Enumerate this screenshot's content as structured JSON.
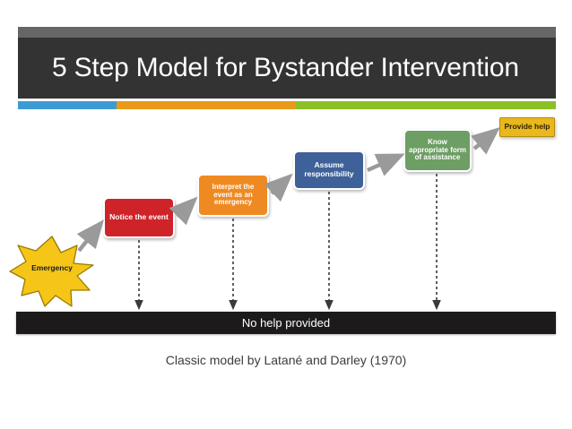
{
  "slide": {
    "title": "5 Step Model for Bystander Intervention",
    "caption": "Classic model by Latané and Darley (1970)"
  },
  "accent_stripe": {
    "segments": [
      {
        "name": "blue",
        "color": "#3d9bd4"
      },
      {
        "name": "orange",
        "color": "#e89a18"
      },
      {
        "name": "green",
        "color": "#8cc027"
      }
    ]
  },
  "diagram": {
    "trigger": {
      "label": "Emergency",
      "shape": "starburst",
      "fill": "#f5c518",
      "stroke": "#9a7a00"
    },
    "steps": [
      {
        "index": 1,
        "label": "Notice the event",
        "color": "#cf232a",
        "text_color": "#ffffff"
      },
      {
        "index": 2,
        "label": "Interpret the event as an emergency",
        "color": "#ef8a22",
        "text_color": "#ffffff"
      },
      {
        "index": 3,
        "label": "Assume responsibility",
        "color": "#3f6199",
        "text_color": "#ffffff"
      },
      {
        "index": 4,
        "label": "Know appropriate form of assistance",
        "color": "#6d9e64",
        "text_color": "#ffffff"
      },
      {
        "index": 5,
        "label": "Provide help",
        "color": "#e8b81c",
        "text_color": "#332200"
      }
    ],
    "failure_outcome": {
      "label": "No help provided",
      "color": "#1c1a1a",
      "text_color": "#ffffff"
    },
    "connector_color": "#9a9a9a",
    "failure_arrow_color": "#3a3a3a"
  },
  "header": {
    "bar_color": "#333333",
    "top_strip_color": "#666666",
    "title_color": "#ffffff"
  }
}
